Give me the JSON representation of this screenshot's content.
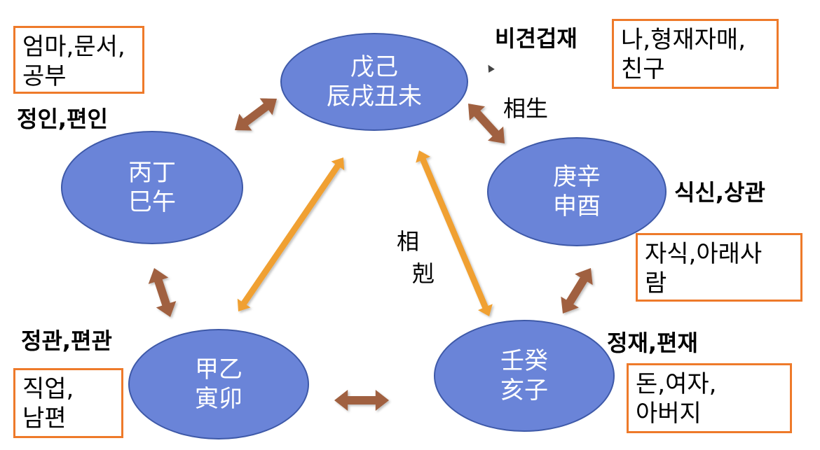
{
  "nodes": {
    "earth": {
      "line1": "戊己",
      "line2": "辰戌丑未"
    },
    "fire": {
      "line1": "丙丁",
      "line2": "巳午"
    },
    "metal": {
      "line1": "庚辛",
      "line2": "申酉"
    },
    "wood": {
      "line1": "甲乙",
      "line2": "寅卯"
    },
    "water": {
      "line1": "壬癸",
      "line2": "亥子"
    }
  },
  "ten_gods": {
    "fire": "정인,편인",
    "earth": "비견겁재",
    "metal": "식신,상관",
    "wood": "정관,편관",
    "water": "정재,편재"
  },
  "notes": {
    "fire": "엄마,문서,\n공부",
    "earth": "나,형재자매,\n친구",
    "metal": "자식,아래사\n람",
    "wood": "직업,\n남편",
    "water": "돈,여자,\n아버지"
  },
  "relations": {
    "generating": "相生",
    "controlling_1": "相",
    "controlling_2": "剋"
  },
  "colors": {
    "node_fill": "#6a84d8",
    "note_border": "#ee7a2a",
    "generating_arrow": "#a0603f",
    "controlling_arrow": "#f0a030"
  }
}
